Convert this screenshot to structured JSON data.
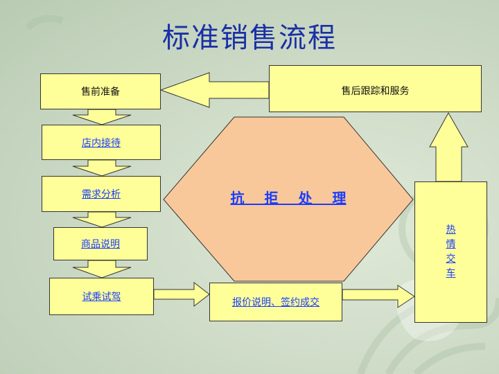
{
  "title": "标准销售流程",
  "steps": {
    "pre_sale": "售前准备",
    "reception": "店内接待",
    "needs": "需求分析",
    "product": "商品说明",
    "test_drive": "试乘试驾",
    "quote": "报价说明、签约成交",
    "after_sale": "售后跟踪和服务",
    "handover": [
      "热",
      "情",
      "交",
      "车"
    ],
    "objection": "抗 拒 处 理"
  },
  "colors": {
    "box_fill": "#ffff99",
    "hex_fill": "#f9c89a",
    "title": "#1a2fa6",
    "link": "#1a3cff"
  }
}
